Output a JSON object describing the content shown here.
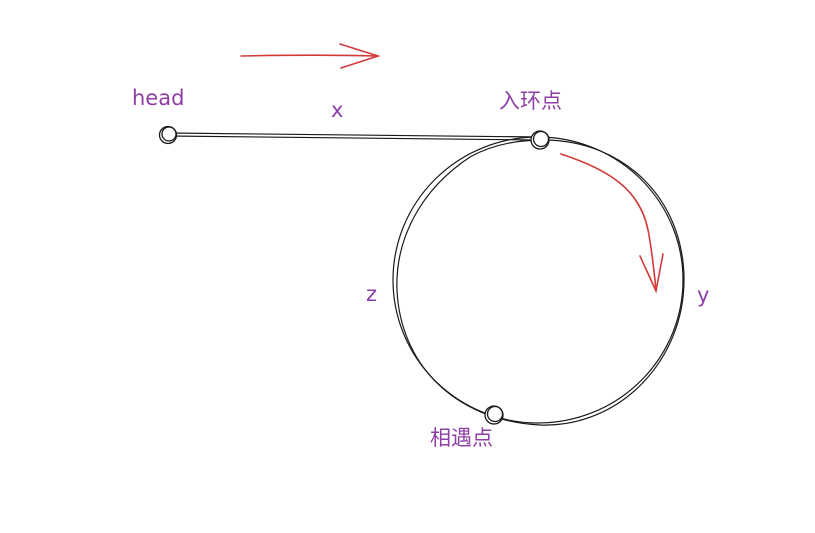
{
  "labels": {
    "head": "head",
    "x": "x",
    "entry_point": "入环点",
    "z": "z",
    "y": "y",
    "meeting_point": "相遇点"
  },
  "colors": {
    "text": "#8e3fa6",
    "stroke": "#1a1a1a",
    "arrow": "#d23a3a",
    "background": "#ffffff"
  }
}
